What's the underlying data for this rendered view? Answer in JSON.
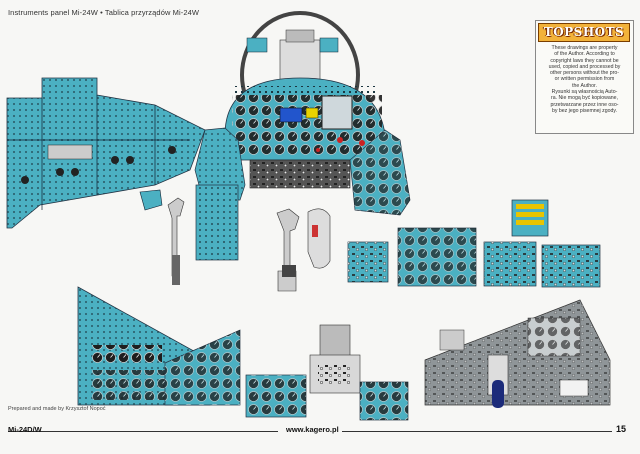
{
  "header": {
    "title_en": "Instruments panel Mi-24W",
    "separator": " • ",
    "title_pl": "Tablica przyrządów Mi-24W"
  },
  "notice": {
    "logo": "TOPSHOTS",
    "text": "These drawings are property\nof the Author. According to\ncopyright laws they cannot be\nused, copied and processed by\nother persons without the pro-\nor written permission from\nthe Author.\nRysunki są własnością Auto-\nra. Nie mogą być kopiowane,\nprzetwarzane przez inne oso-\nby bez jego pisemnej zgody."
  },
  "footer": {
    "credit": "Prepared and made by Krzysztof Nopoć",
    "model": "Mi-24D/W",
    "website": "www.kagero.pl",
    "page_number": "15"
  },
  "colors": {
    "panel_blue": "#4bb0c2",
    "logo_orange": "#f2b23a",
    "console_gray": "#8f9598"
  }
}
